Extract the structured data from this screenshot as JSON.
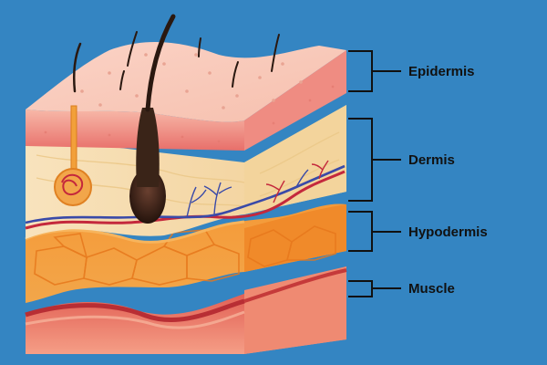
{
  "colors": {
    "background": "#3485c2",
    "epidermis": "#f3b5a6",
    "dermis": "#f6d9a8",
    "hypodermis": "#f08a2c",
    "muscle": "#ee7a6a",
    "artery": "#c4283c",
    "vein": "#3a4aa8",
    "hair": "#3a2418",
    "gland": "#f2a03a"
  },
  "labels": [
    {
      "id": "epidermis",
      "text": "Epidermis"
    },
    {
      "id": "dermis",
      "text": "Dermis"
    },
    {
      "id": "hypodermis",
      "text": "Hypodermis"
    },
    {
      "id": "muscle",
      "text": "Muscle"
    }
  ]
}
